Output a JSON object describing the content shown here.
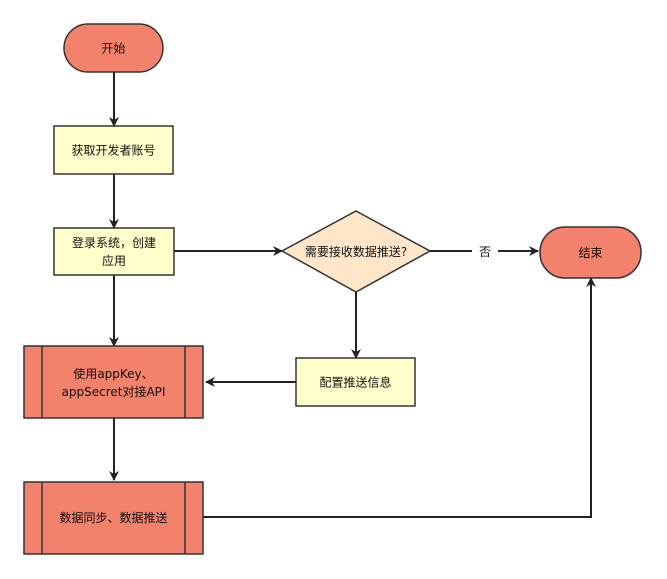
{
  "colors": {
    "terminal_fill": "#f2826c",
    "process_fill": "#ffffcc",
    "decision_fill": "#ffe6c9",
    "subprocess_fill": "#f2826c",
    "stroke": "#333333",
    "connector": "#222222"
  },
  "nodes": {
    "start": {
      "label": "开始"
    },
    "get_account": {
      "label": "获取开发者账号"
    },
    "login": {
      "line1": "登录系统，创建",
      "line2": "应用"
    },
    "decision": {
      "label": "需要接收数据推送?"
    },
    "config_push": {
      "label": "配置推送信息"
    },
    "use_api": {
      "line1": "使用appKey、",
      "line2": "appSecret对接API"
    },
    "sync": {
      "label": "数据同步、数据推送"
    },
    "end": {
      "label": "结束"
    }
  },
  "edges": {
    "no_label": "否"
  }
}
